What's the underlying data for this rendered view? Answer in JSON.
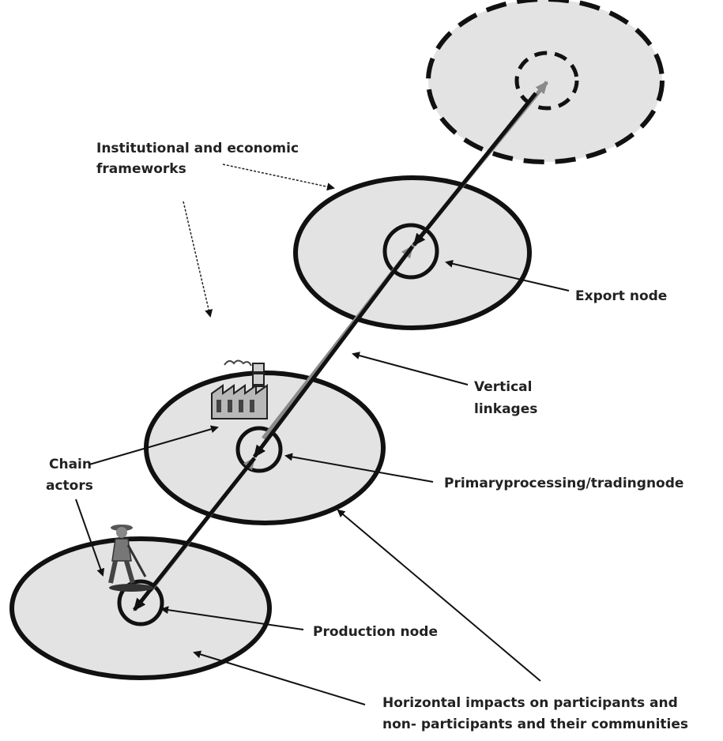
{
  "labels": {
    "frameworks_line1": "Institutional and economic",
    "frameworks_line2": "frameworks",
    "export_node": "Export node",
    "vertical_line1": "Vertical",
    "vertical_line2": "linkages",
    "chain_line1": "Chain",
    "chain_line2": "actors",
    "primary_node": "Primaryprocessing/tradingnode",
    "production_node": "Production node",
    "horizontal_line1": "Horizontal impacts on participants and",
    "horizontal_line2": "non- participants and their communities"
  },
  "colors": {
    "node_fill": "#e3e3e3",
    "outline": "#111111",
    "upward_arrow": "#8a8a8a",
    "downward_arrow": "#111111",
    "text": "#222222"
  },
  "icons": {
    "factory": "factory-icon",
    "farmer": "farmer-icon"
  }
}
